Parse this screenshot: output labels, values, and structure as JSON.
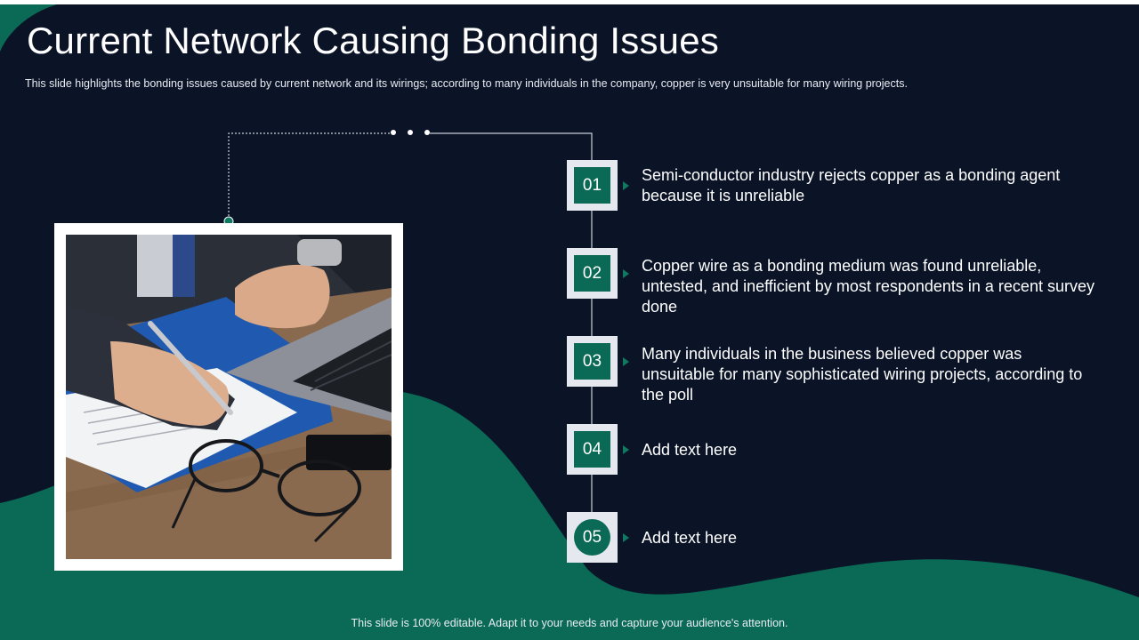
{
  "slide": {
    "title": "Current Network Causing Bonding Issues",
    "subtitle": "This slide highlights the bonding issues caused by current network and its wirings; according to many individuals  in the company, copper is very  unsuitable for many wiring projects.",
    "footer": "This slide is 100% editable. Adapt it to your needs and capture your audience's attention."
  },
  "items": [
    {
      "number": "01",
      "text": "Semi-conductor industry rejects copper as a bonding agent because it is unreliable"
    },
    {
      "number": "02",
      "text": "Copper wire as a bonding medium was found unreliable, untested, and inefficient by most respondents in a recent survey done"
    },
    {
      "number": "03",
      "text": "Many individuals in the business believed copper was unsuitable for many sophisticated wiring projects, according to the poll"
    },
    {
      "number": "04",
      "text": "Add text here"
    },
    {
      "number": "05",
      "text": "Add text here"
    }
  ],
  "photo": {
    "icon": "business-desk-photo"
  },
  "colors": {
    "background": "#0b1327",
    "accent_green": "#0a6a55",
    "number_box": "#e6e8ef",
    "text": "#ffffff"
  }
}
